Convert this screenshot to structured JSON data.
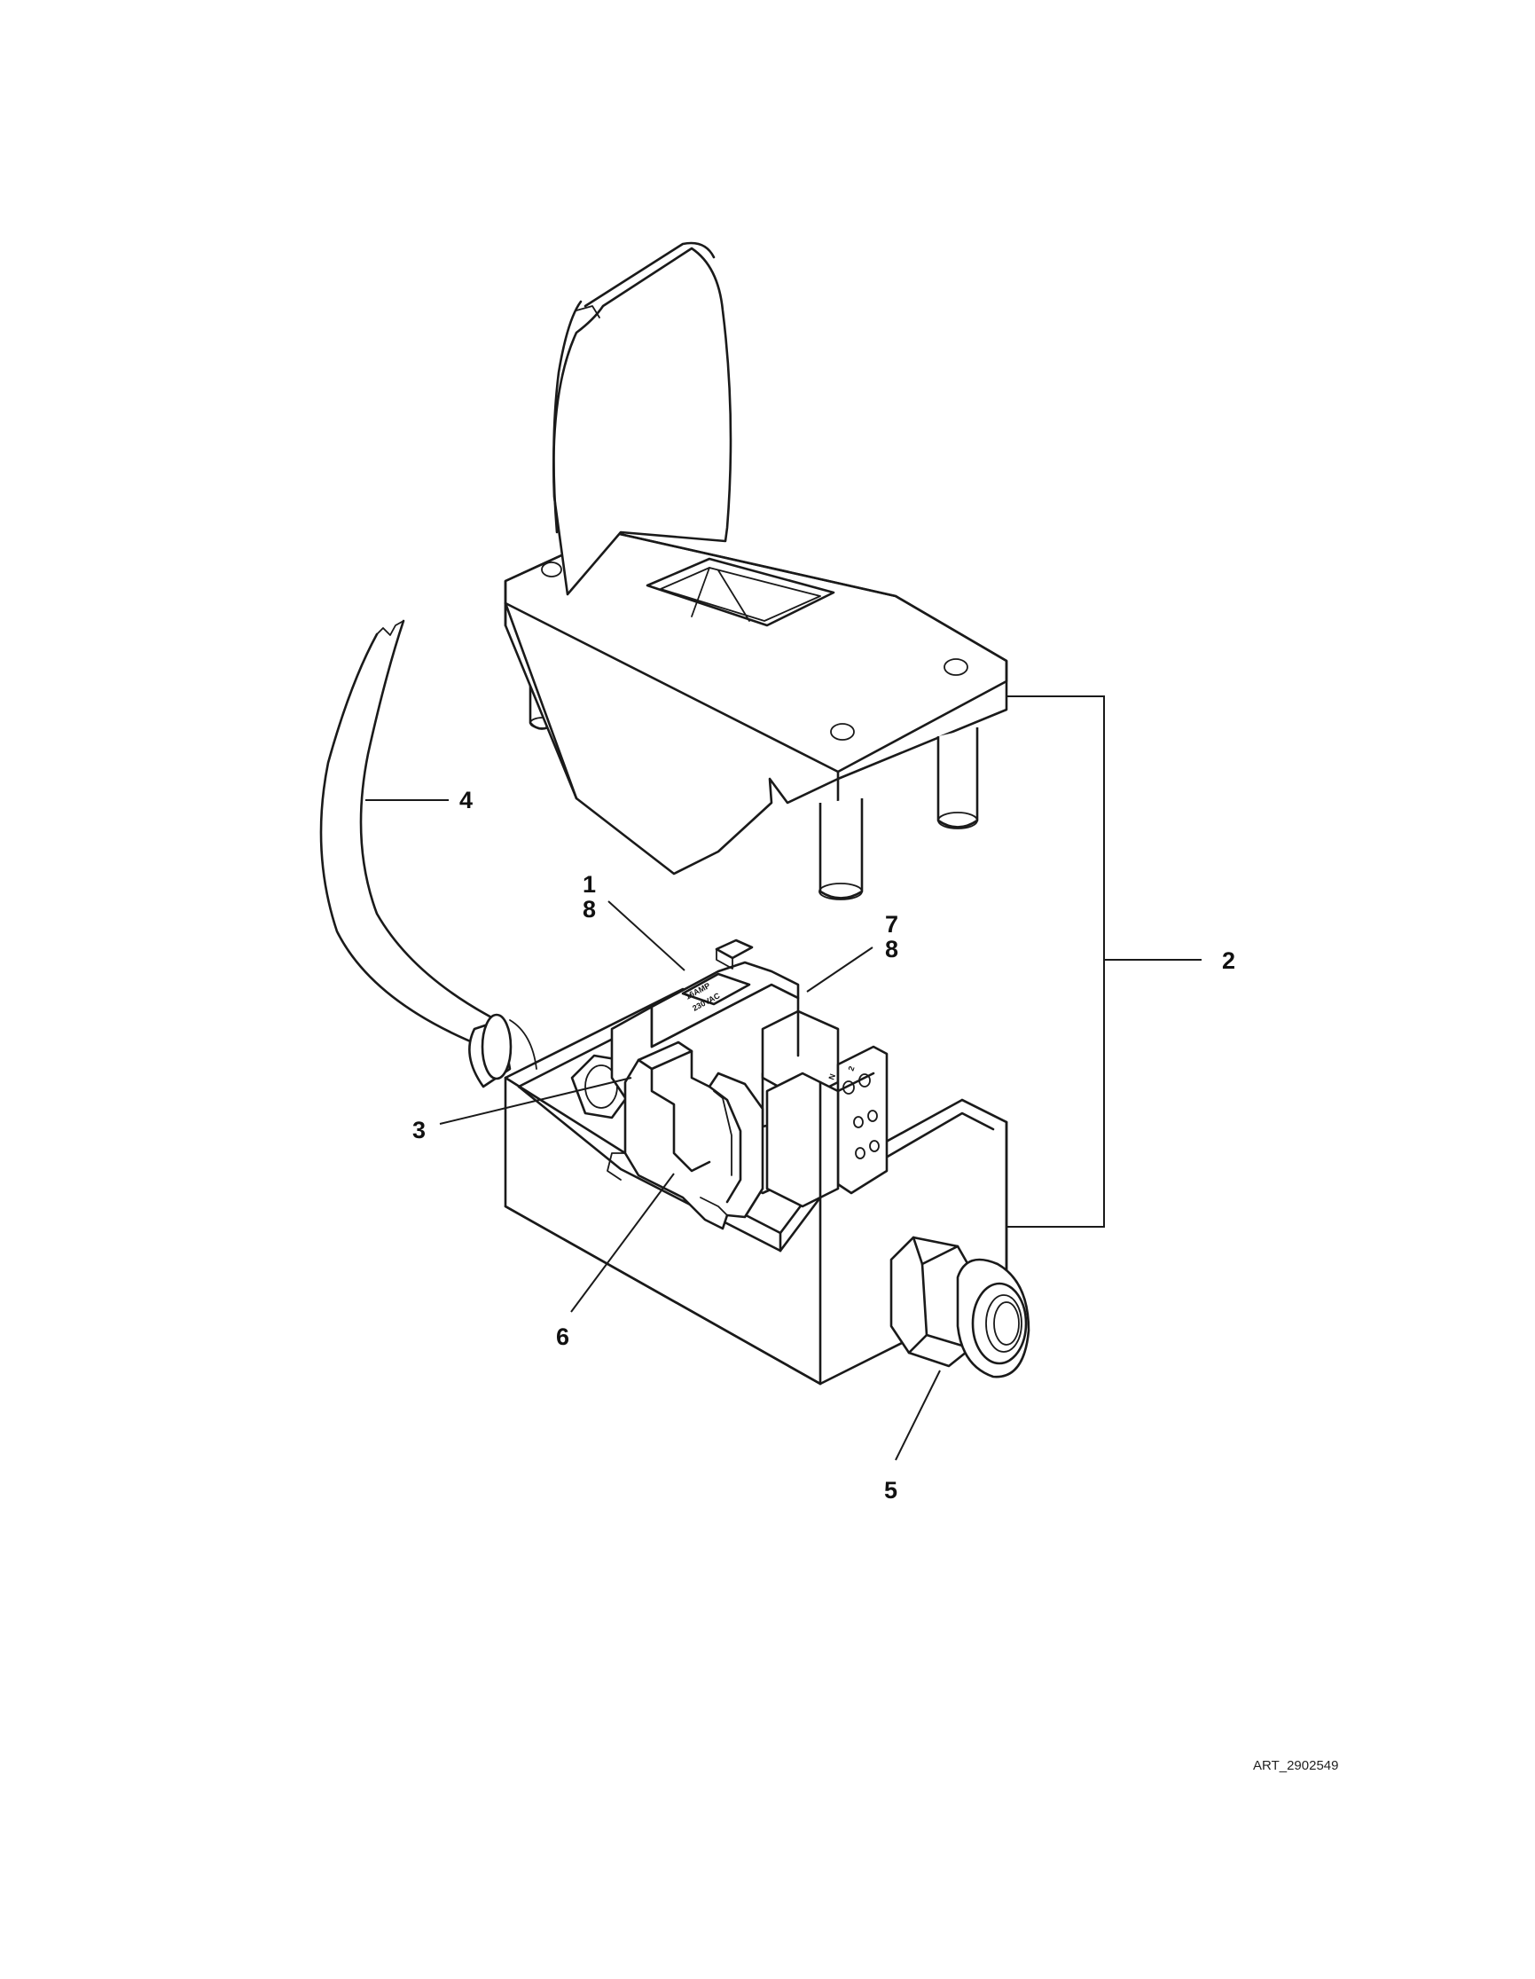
{
  "callouts": {
    "c1": "1",
    "c8a": "8",
    "c7": "7",
    "c8b": "8",
    "c2": "2",
    "c3": "3",
    "c4": "4",
    "c5": "5",
    "c6": "6"
  },
  "breaker_label": {
    "rating": "16AMP",
    "voltage": "230VAC",
    "terminal_n": "N",
    "terminal_2": "2"
  },
  "art_reference": "ART_2902549"
}
